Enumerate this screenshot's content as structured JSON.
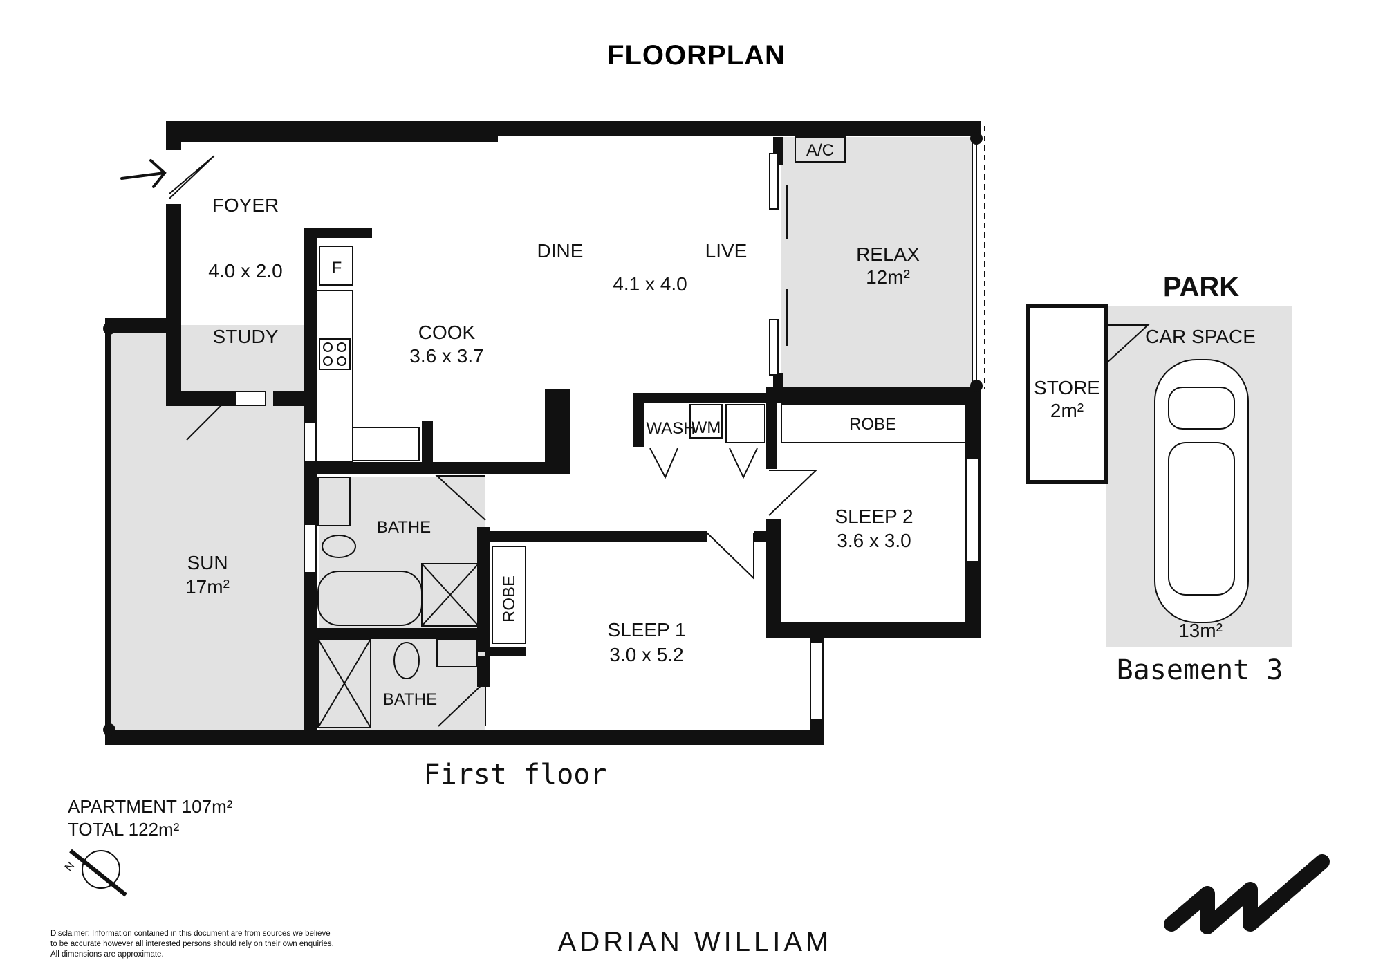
{
  "title": "FLOORPLAN",
  "rooms": {
    "foyer": "FOYER",
    "foyer_dims": "4.0 x 2.0",
    "study": "STUDY",
    "dine": "DINE",
    "live": "LIVE",
    "live_dims": "4.1 x 4.0",
    "relax": "RELAX",
    "relax_area": "12m²",
    "ac": "A/C",
    "fridge": "F",
    "cook": "COOK",
    "cook_dims": "3.6 x 3.7",
    "wash": "WASH",
    "wm": "WM",
    "robe_top": "ROBE",
    "robe_side": "ROBE",
    "bathe1": "BATHE",
    "bathe2": "BATHE",
    "sun": "SUN",
    "sun_area": "17m²",
    "sleep1": "SLEEP 1",
    "sleep1_dims": "3.0 x 5.2",
    "sleep2": "SLEEP 2",
    "sleep2_dims": "3.6 x 3.0"
  },
  "floor_label": "First floor",
  "park": {
    "heading": "PARK",
    "car_space": "CAR SPACE",
    "car_area": "13m²",
    "store": "STORE",
    "store_area": "2m²",
    "level": "Basement 3"
  },
  "areas": {
    "apartment": "APARTMENT 107m²",
    "total": "TOTAL 122m²"
  },
  "compass_label": "N",
  "disclaimer": [
    "Disclaimer: Information contained in this document are from sources we believe",
    "to be accurate however all interested persons should rely on their own enquiries.",
    "All dimensions are approximate."
  ],
  "brand": "ADRIAN WILLIAM",
  "colors": {
    "wall": "#111111",
    "outdoor_fill": "#e2e2e2",
    "background": "#ffffff"
  }
}
